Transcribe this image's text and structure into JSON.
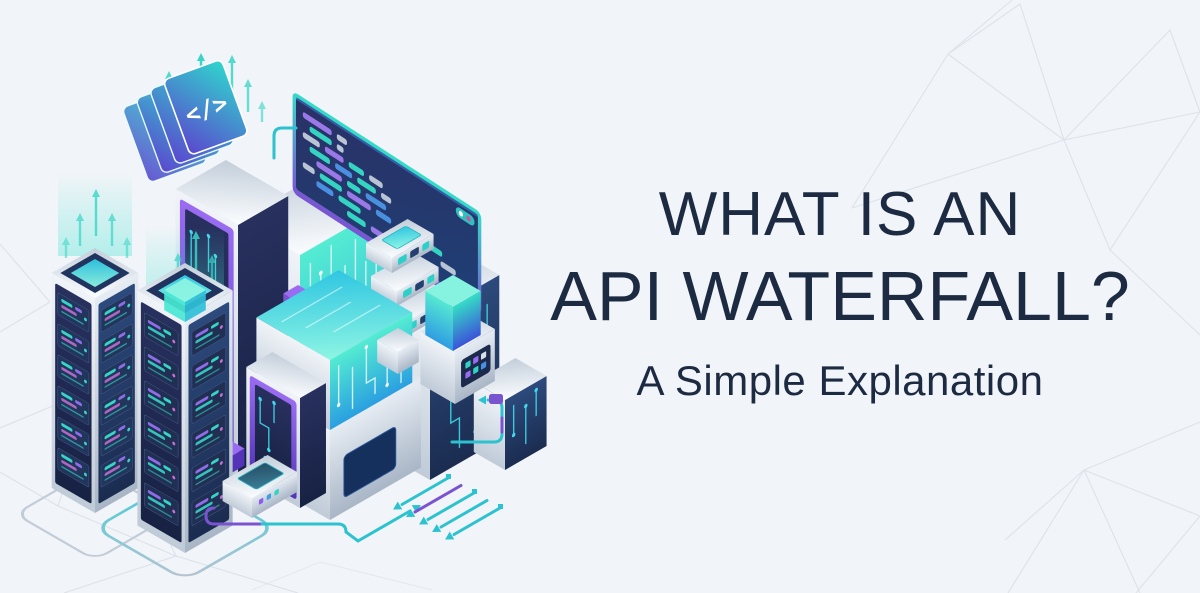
{
  "page": {
    "background": "#f1f4f8"
  },
  "hero": {
    "title_line1": "WHAT IS AN",
    "title_line2": "API WATERFALL?",
    "subtitle": "A Simple Explanation",
    "text_color": "#1d2b42"
  },
  "illustration": {
    "code_card_glyph": "</>",
    "palette": {
      "background": "#f1f4f8",
      "ink": "#1d2b42",
      "teal": "#2fd3c8",
      "cyan": "#35b6e8",
      "purple": "#7a53d1",
      "navy": "#23406e",
      "silver": "#dfe6ee",
      "poly-line": "#d9dfe8"
    }
  }
}
